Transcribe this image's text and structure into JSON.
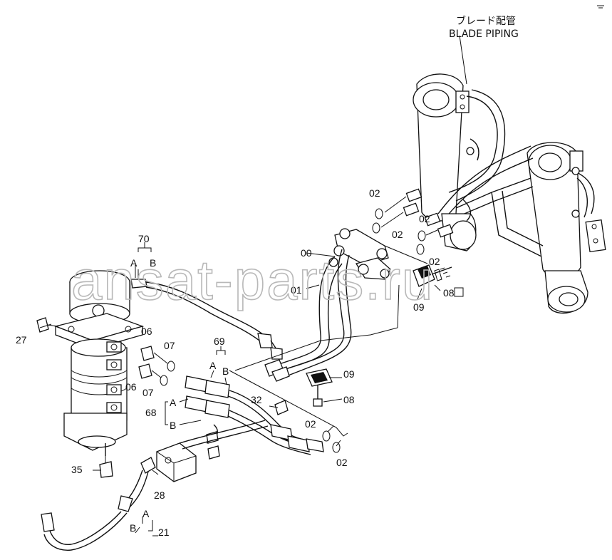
{
  "title_jp": "ブレード配管",
  "title_en": "BLADE PIPING",
  "watermark": "ansat-parts.ru",
  "callouts": {
    "c70": "70",
    "c69": "69",
    "c68": "68",
    "c27": "27",
    "c35": "35",
    "c28": "28",
    "c21": "21",
    "c32": "32",
    "c00": "00",
    "c01": "01",
    "c06a": "06",
    "c06b": "06",
    "c07a": "07",
    "c07b": "07",
    "c02a": "02",
    "c02b": "02",
    "c02c": "02",
    "c02d": "02",
    "c02e": "02",
    "c02f": "02",
    "c08a": "08",
    "c08b": "08",
    "c09a": "09",
    "c09b": "09"
  },
  "ab": {
    "a70": "A",
    "b70": "B",
    "a69": "A",
    "b69": "B",
    "a68": "A",
    "b68": "B",
    "a21": "A",
    "b21": "B"
  }
}
